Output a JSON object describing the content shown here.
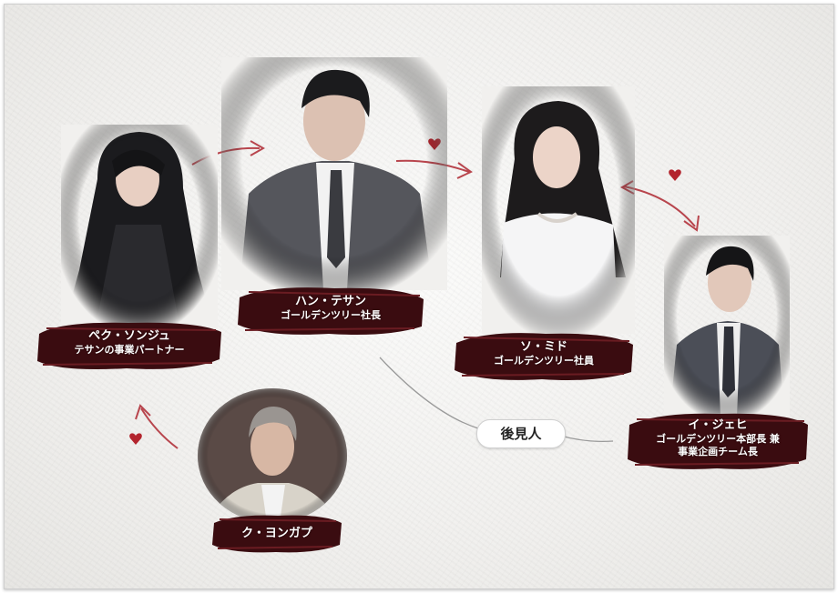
{
  "colors": {
    "banner": "#3a0c10",
    "banner_light": "#6a1c22",
    "arrow": "#b8454d",
    "heart": "#b3242d",
    "connector": "#9a9a9a"
  },
  "characters": {
    "baek": {
      "name": "ペク・ソンジュ",
      "role": "テサンの事業パートナー"
    },
    "han": {
      "name": "ハン・テサン",
      "role": "ゴールデンツリー社長"
    },
    "so": {
      "name": "ソ・ミド",
      "role": "ゴールデンツリー社員"
    },
    "lee": {
      "name": "イ・ジェヒ",
      "role": "ゴールデンツリー本部長 兼",
      "role2": "事業企画チーム長"
    },
    "ku": {
      "name": "ク・ヨンガプ"
    }
  },
  "relation_label": "後見人",
  "icons": [
    "heart-icon",
    "arrow-icon"
  ]
}
